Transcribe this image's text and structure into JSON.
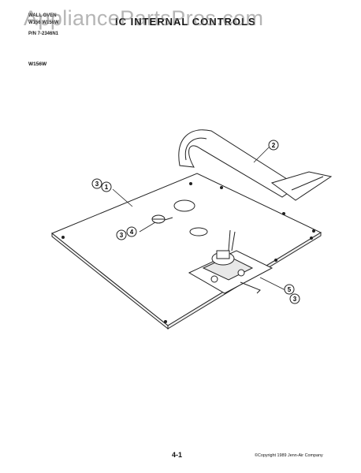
{
  "header": {
    "line1": "WALL OVEN",
    "line2": "W156 W156W",
    "part_number": "P/N 7-2346N1",
    "title": "IC INTERNAL CONTROLS",
    "model": "W156W"
  },
  "watermark": "AppliancePartsPros.com",
  "callouts": [
    {
      "id": "c1",
      "numbers": [
        "3",
        "1"
      ]
    },
    {
      "id": "c2",
      "numbers": [
        "2"
      ]
    },
    {
      "id": "c3",
      "numbers": [
        "3",
        "4"
      ]
    },
    {
      "id": "c4",
      "numbers": [
        "5",
        "3"
      ]
    }
  ],
  "footer": {
    "page": "4-1",
    "copyright": "©Copyright 1989 Jenn-Air Company"
  },
  "colors": {
    "line": "#222222",
    "watermark": "#8a8a8a"
  }
}
